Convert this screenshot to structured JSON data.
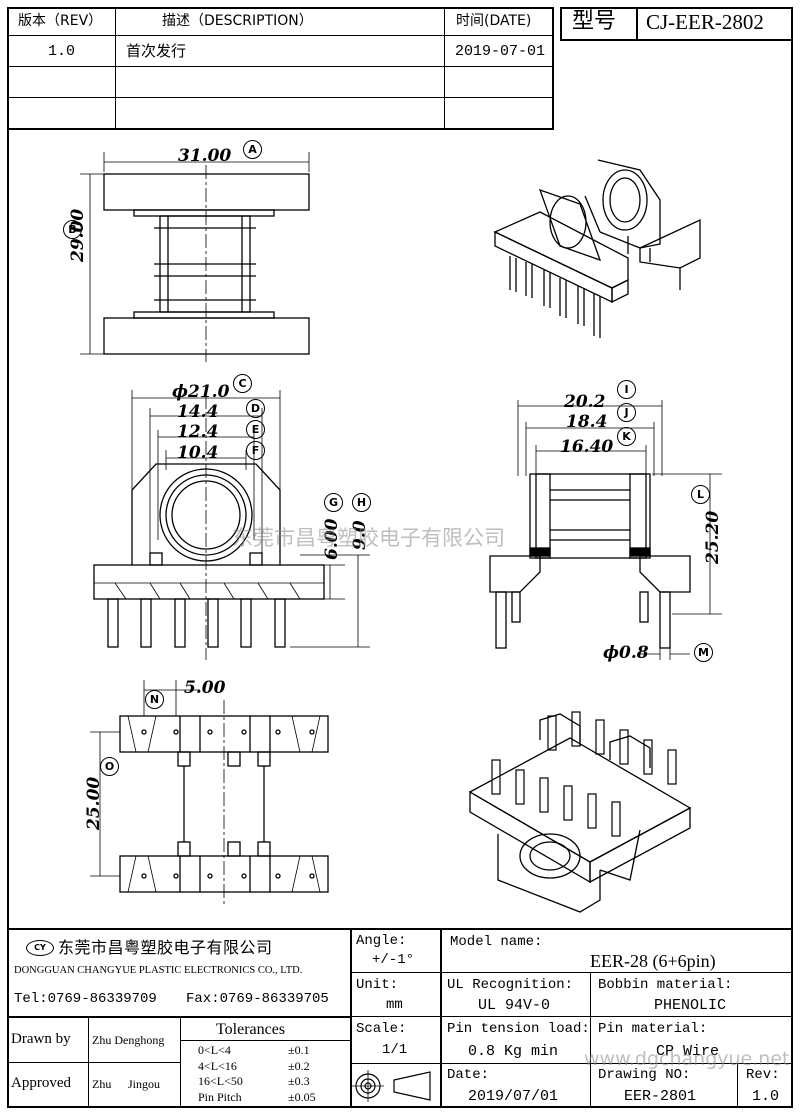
{
  "header": {
    "rev_label": "版本（REV）",
    "desc_label": "描述（DESCRIPTION）",
    "date_label": "时间(DATE)",
    "row1": {
      "rev": "1.0",
      "desc": "首次发行",
      "date": "2019-07-01"
    },
    "model_label": "型号",
    "model_value": "CJ-EER-2802"
  },
  "dimensions": {
    "A": "31.00",
    "B": "29.00",
    "C": "ϕ21.0",
    "D": "14.4",
    "E": "12.4",
    "F": "10.4",
    "G": "6.00",
    "H": "9.0",
    "I": "20.2",
    "J": "18.4",
    "K": "16.40",
    "L": "25.20",
    "M": "ϕ0.8",
    "N": "5.00",
    "O": "25.00"
  },
  "callouts": [
    "A",
    "B",
    "C",
    "D",
    "E",
    "F",
    "G",
    "H",
    "I",
    "J",
    "K",
    "L",
    "M",
    "N",
    "O"
  ],
  "watermarks": {
    "center": "东莞市昌粤塑胶电子有限公司",
    "bottom": "www.dgchangyue.net"
  },
  "company": {
    "logo_text": "CY",
    "name_cn": "东莞市昌粤塑胶电子有限公司",
    "name_en": "DONGGUAN CHANGYUE PLASTIC ELECTRONICS CO., LTD.",
    "tel": "Tel:0769-86339709",
    "fax": "Fax:0769-86339705"
  },
  "footer": {
    "drawn_by_label": "Drawn by",
    "drawn_by": "Zhu Denghong",
    "approved_label": "Approved",
    "approved_1": "Zhu",
    "approved_2": "Jingou",
    "tolerances_label": "Tolerances",
    "tolerances": [
      {
        "range": "0<L<4",
        "value": "±0.1"
      },
      {
        "range": "4<L<16",
        "value": "±0.2"
      },
      {
        "range": "16<L<50",
        "value": "±0.3"
      },
      {
        "range": "Pin Pitch",
        "value": "±0.05"
      }
    ],
    "angle_label": "Angle:",
    "angle": "+/-1°",
    "unit_label": "Unit:",
    "unit": "mm",
    "scale_label": "Scale:",
    "scale": "1/1",
    "model_name_label": "Model name:",
    "model_name": "EER-28 (6+6pin)",
    "ul_label": "UL Recognition:",
    "ul": "UL 94V-0",
    "bobbin_label": "Bobbin material:",
    "bobbin": "PHENOLIC",
    "pin_tension_label": "Pin tension load:",
    "pin_tension": "0.8 Kg min",
    "pin_material_label": "Pin material:",
    "pin_material": "CP Wire",
    "date_label": "Date:",
    "date": "2019/07/01",
    "drawing_no_label": "Drawing NO:",
    "drawing_no": "EER-2801",
    "rev_label": "Rev:",
    "rev": "1.0"
  }
}
